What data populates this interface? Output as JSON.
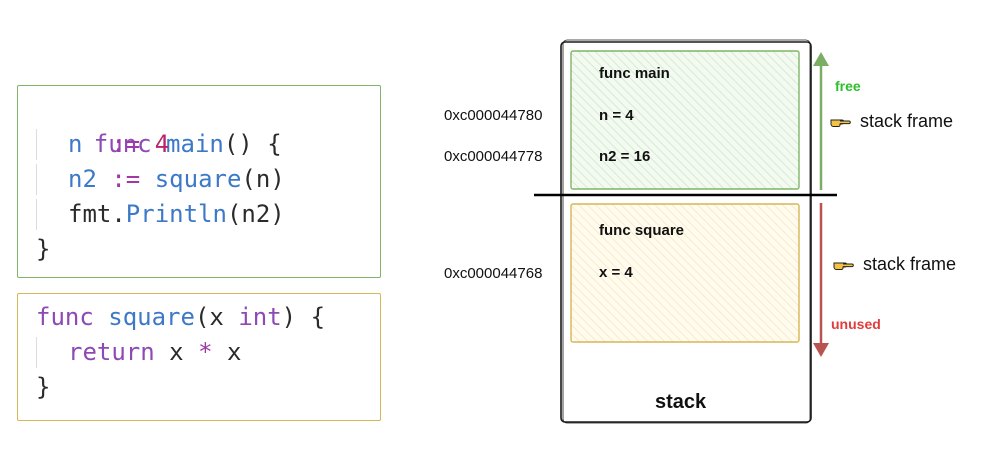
{
  "colors": {
    "main_border": "#82b366",
    "square_border": "#d6b656",
    "main_fill": "#d5e8d4",
    "square_fill": "#fff2cc",
    "free_color": "#2bbf2b",
    "unused_color": "#e23b3b",
    "green_arrow": "#7aaf63",
    "red_arrow": "#b85450"
  },
  "code_main": {
    "l1": {
      "kw": "func",
      "fn": "main",
      "rest": "() {"
    },
    "l2": {
      "id": "n",
      "op": "  :=",
      "num": " 4"
    },
    "l3": {
      "id": "n2",
      "op": " :=",
      "fn": " square",
      "rest": "(n)"
    },
    "l4": {
      "pkg": "fmt.",
      "fn": "Println",
      "rest": "(n2)"
    },
    "l5": "}"
  },
  "code_square": {
    "l1": {
      "kw": "func",
      "fn": "square",
      "p1": "(x ",
      "kw2": "int",
      "p2": ") {"
    },
    "l2": {
      "kw": "return",
      "a": " x ",
      "op": "*",
      "b": " x"
    },
    "l3": "}"
  },
  "stack": {
    "title": "stack",
    "main_frame": {
      "name": "func main",
      "n": "n = 4",
      "n2": "n2 = 16"
    },
    "square_frame": {
      "name": "func square",
      "x": "x = 4"
    },
    "addresses": {
      "a1": "0xc000044780",
      "a2": "0xc000044778",
      "a3": "0xc000044768"
    },
    "free_label": "free",
    "unused_label": "unused",
    "frame_label_1": "stack frame",
    "frame_label_2": "stack frame",
    "icon": "pointing-hand-icon"
  }
}
